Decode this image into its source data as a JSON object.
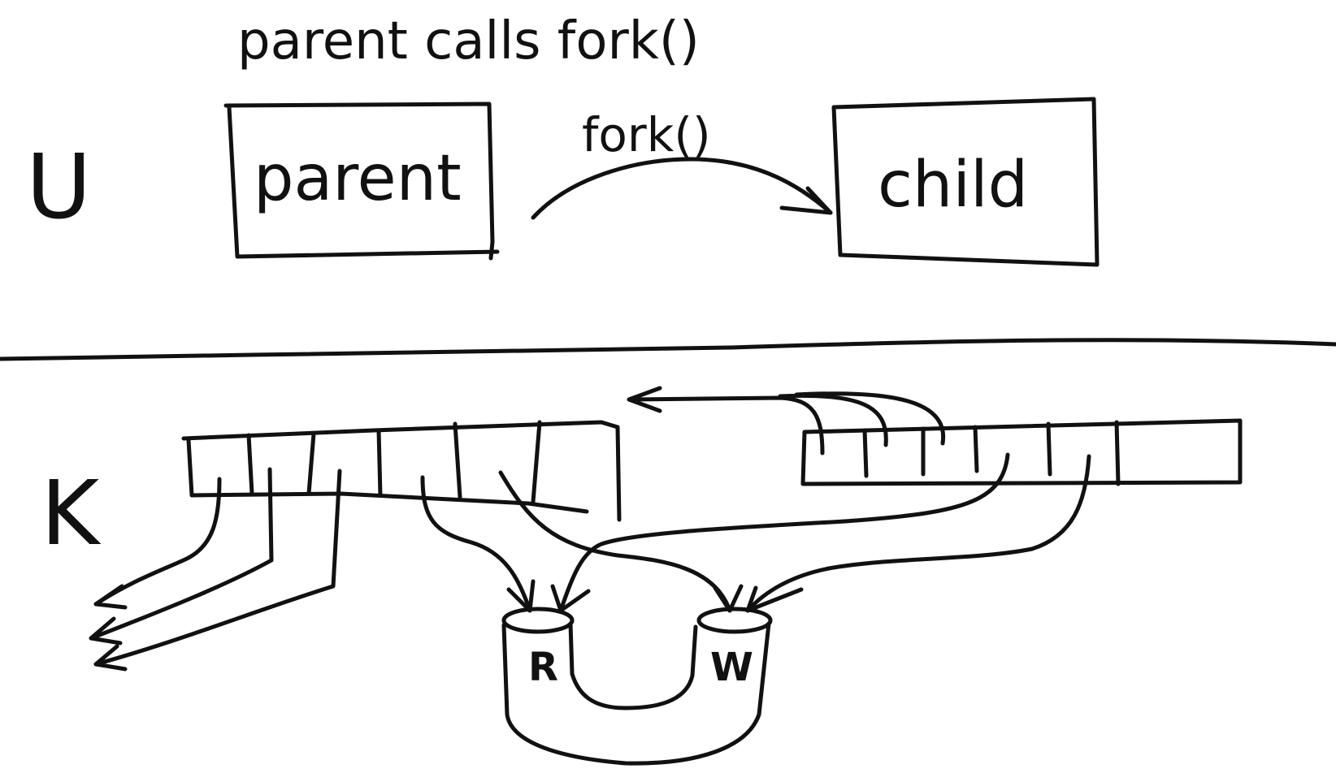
{
  "title": "parent calls fork()",
  "user_space": {
    "region_label": "U",
    "parent_label": "parent",
    "child_label": "child",
    "fork_arrow_label": "fork()"
  },
  "kernel_space": {
    "region_label": "K",
    "pipe": {
      "read_end_label": "R",
      "write_end_label": "W"
    }
  }
}
